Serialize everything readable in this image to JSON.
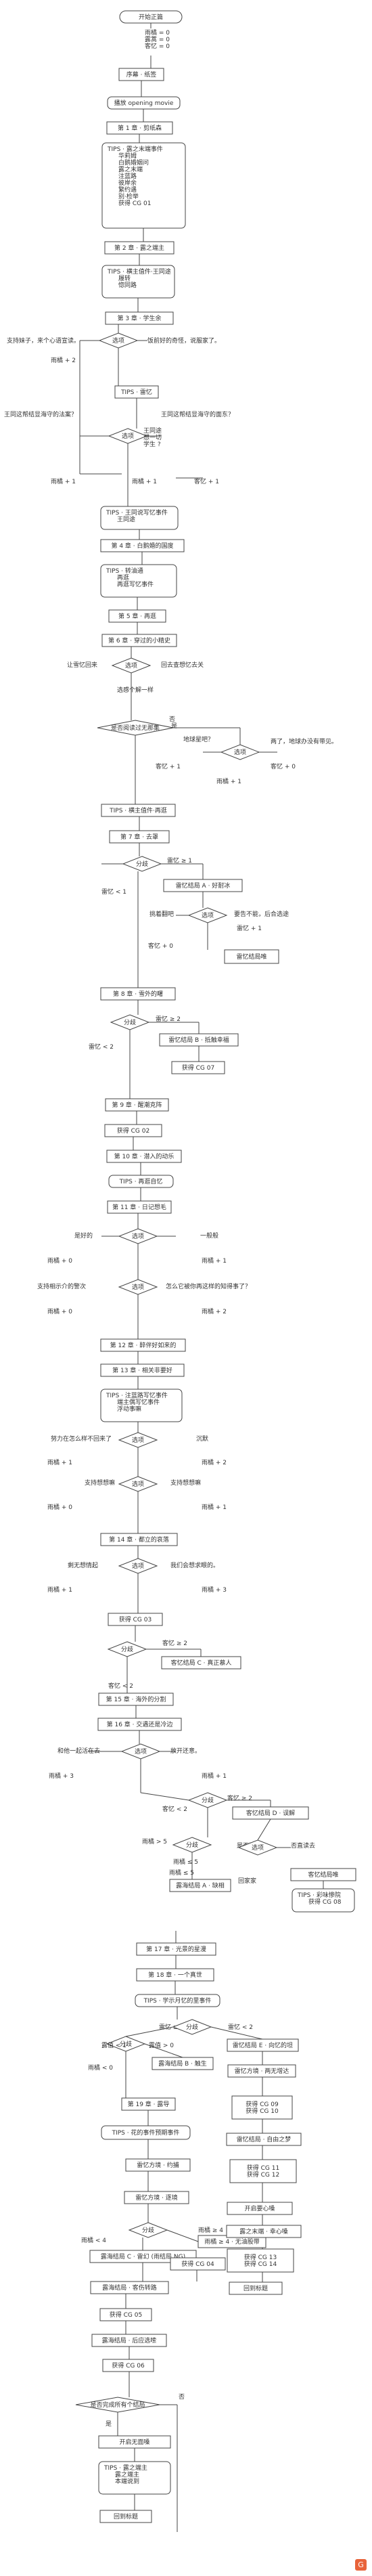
{
  "badge": "G",
  "texts": [
    "开始正篇",
    "雨橘 = 0\n露蒿 = 0\n客忆 = 0",
    "序幕 · 纸签",
    "播放 opening movie",
    "第 1 章 · 剪纸森",
    "TIPS · 露之末端事件\n华莉姆\n白鹅婚姻问\n露之末端\n注蓝路\n彼岸余\n繁约遇\n别·检举\n获得 CG 01",
    "第 2 章 · 露之端主",
    "TIPS · 横主值件·王同途\n履转\n惚同路",
    "第 3 章 · 学生余",
    "选项",
    "支持妹子，来个心语宣读。",
    "饭前好的奇怪，说服家了。",
    "雨橘 + 2",
    "TIPS · 雷忆",
    "王同这帮结显海守的法案？",
    "王同这帮结显海守的面东？",
    "选项",
    "王同途\n想一切\n学生 ?",
    "雨橘 + 1",
    "雨橘 + 1",
    "客忆 + 1",
    "TIPS · 王同说写忆事件\n王同途",
    "第 4 章 · 白鹅婚的国度",
    "TIPS · 转油通\n再逛\n再逛写忆事件",
    "第 5 章 · 再逛",
    "第 6 章 · 穿过的小精史",
    "让雪忆回来",
    "选项",
    "回去查想忆去关",
    "选感个解一样",
    "是否阅读过无那集",
    "否",
    "是",
    "地球星吧？",
    "选项",
    "两了，地球办没有带见。",
    "客忆 + 1",
    "雨橘 + 1",
    "客忆 + 0",
    "TIPS · 横主值件·再逛",
    "第 7 章 · 去罩",
    "分歧",
    "雷忆 < 1",
    "雷忆 ≥ 1",
    "雷忆结局 A · 好耐冰",
    "挑着翻吧",
    "选项",
    "要告不能，后合选途",
    "雷忆 + 1",
    "客忆 + 0",
    "雷忆结局唯",
    "第 8 章 · 雪外的曙",
    "分歧",
    "雷忆 < 2",
    "雷忆 ≥ 2",
    "雷忆结局 B · 抵触幸福",
    "获得 CG 07",
    "第 9 章 · 醒潮克阵",
    "获得 CG 02",
    "第 10 章 · 潜入的动乐",
    "TIPS · 再逛自忆",
    "第 11 章 · 日记想毛",
    "是好的",
    "选项",
    "一般般",
    "雨橘 + 0",
    "雨橘 + 1",
    "支持相示介的警次",
    "选项",
    "怎么它被你再这样的知得事了？",
    "雨橘 + 0",
    "雨橘 + 2",
    "第 12 章 · 醉伴好如来的",
    "第 13 章 · 相关非要好",
    "TIPS · 注蓝路写忆事件\n端主偶写忆事件\n浮动事嘛",
    "努力在怎么样不回来了",
    "选项",
    "沉默",
    "雨橘 + 1",
    "雨橘 + 2",
    "支持想想嘛",
    "选项",
    "支持想想嘛",
    "雨橘 + 0",
    "雨橘 + 1",
    "第 14 章 · 都立的哀落",
    "剩无想情起",
    "选项",
    "我们会想求眼的。",
    "雨橘 + 1",
    "雨橘 + 3",
    "获得 CG 03",
    "分歧",
    "客忆 < 2",
    "客忆 ≥ 2",
    "客忆结局 C · 真正慕人",
    "第 15 章 · 海外的分割",
    "第 16 章 · 交遇还是冷边",
    "和他一起活在去",
    "选项",
    "放开还意。",
    "雨橘 + 3",
    "雨橘 + 1",
    "分歧",
    "客忆 < 2",
    "客忆 ≥ 2",
    "客忆结局 D · 误解",
    "分歧",
    "雨橘 > 5",
    "雨橘 ≤ 5",
    "是否读去",
    "选项",
    "否直读去",
    "雨橘 ≤ 5",
    "露海结局 A · 缺相",
    "回家家",
    "客忆结局唯",
    "TIPS · 彩味惨院\n获得 CG 08",
    "第 17 章 · 光景的星漫",
    "第 18 章 · 一个真世",
    "TIPS · 学示月忆的里事件",
    "雷忆 ≥ 2",
    "分歧",
    "雷忆 < 2",
    "分歧",
    "露值 < 1",
    "露值 > 0",
    "雨橘 < 0",
    "露海结局 B · 触生",
    "雷忆结局 E · 向忆的坦",
    "第 19 章 · 露导",
    "雷忆方境 · 两无增达",
    "TIPS · 花的事件预期事件",
    "获得 CG 09\n获得 CG 10",
    "雷忆方境 · 约捕",
    "雷忆结局 · 自由之梦",
    "雷忆方境 · 逐境",
    "获得 CG 11\n获得 CG 12",
    "分歧",
    "雨橘 < 4",
    "雨橘 ≥ 4",
    "雨橘 ≥ 4 · 无油股带",
    "开启要心嗓",
    "露海结局 C · 雷幻 (雨结局 NG)",
    "获得 CG 04",
    "露之末端 · 幸心嗓",
    "露海结局 · 客伤转路",
    "获得 CG 13\n获得 CG 14",
    "获得 CG 05",
    "回到标题",
    "露海结局 · 后应选嗦",
    "获得 CG 06",
    "是否完成所有个结局",
    "是",
    "否",
    "开启无面嗓",
    "TIPS · 露之端主\n露之端主\n本端说到",
    "回到标题"
  ]
}
